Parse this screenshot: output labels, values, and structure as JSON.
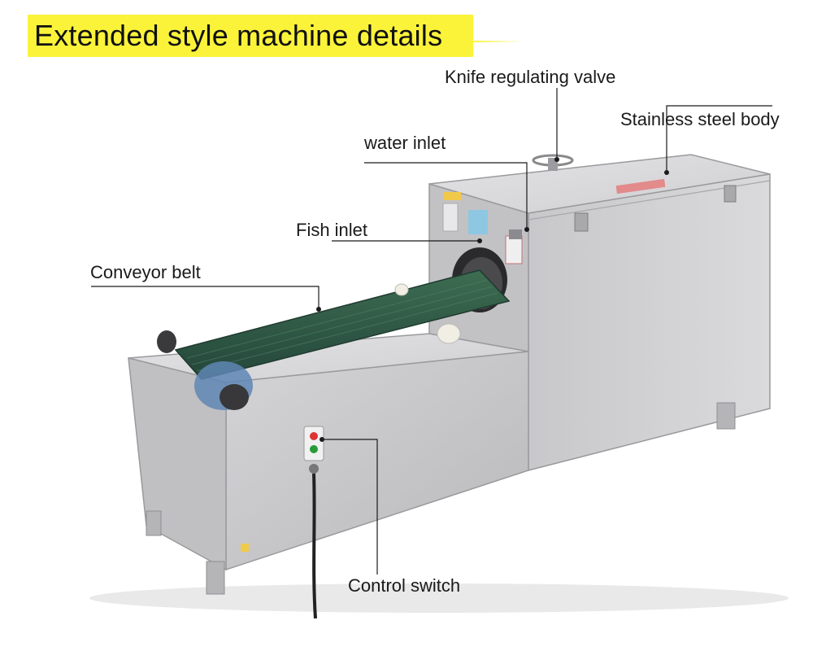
{
  "title": "Extended style machine details",
  "callouts": {
    "knife_valve": "Knife regulating valve",
    "stainless_body": "Stainless steel body",
    "water_inlet": "water inlet",
    "fish_inlet": "Fish inlet",
    "conveyor_belt": "Conveyor belt",
    "control_switch": "Control switch"
  },
  "colors": {
    "banner": "#fbf33a",
    "steel": "#c9c9cb",
    "belt": "#2f5a42"
  }
}
